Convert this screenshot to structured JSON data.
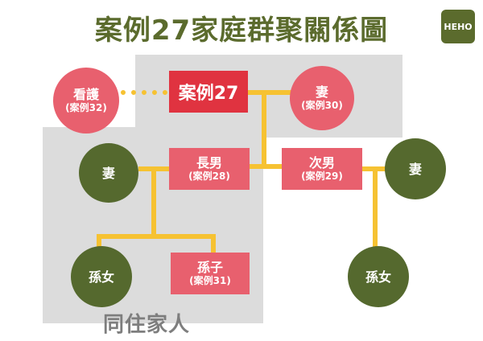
{
  "title": "案例27家庭群聚關係圖",
  "logo": "HEHO",
  "nodes": {
    "caregiver": {
      "label": "看護",
      "sub": "(案例32)"
    },
    "case27": {
      "label": "案例27"
    },
    "wife": {
      "label": "妻",
      "sub": "(案例30)"
    },
    "eldest_son": {
      "label": "長男",
      "sub": "(案例28)"
    },
    "second_son": {
      "label": "次男",
      "sub": "(案例29)"
    },
    "eldest_son_wife": {
      "label": "妻"
    },
    "second_son_wife": {
      "label": "妻"
    },
    "granddaughter_left": {
      "label": "孫女"
    },
    "grandson": {
      "label": "孫子",
      "sub": "(案例31)"
    },
    "granddaughter_right": {
      "label": "孫女"
    }
  },
  "cohabiting_label": "同住家人",
  "colors": {
    "title": "#5b6b2d",
    "case_red": "#e03340",
    "case_pink": "#e8606e",
    "family_green": "#55692e",
    "line_yellow": "#f6c232",
    "region_gray": "#dcdcdc"
  }
}
